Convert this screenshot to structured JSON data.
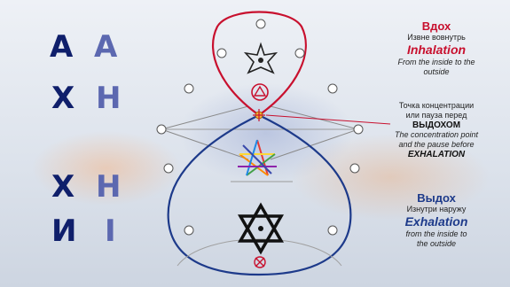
{
  "letters": {
    "row1_left": "А",
    "row1_right": "А",
    "row2_left": "Х",
    "row2_right": "Н",
    "row3_left": "Х",
    "row3_right": "Н",
    "row4_left": "И",
    "row4_right": "I"
  },
  "inhale": {
    "title_ru": "Вдох",
    "sub_ru": "Извне вовнутрь",
    "title_en": "Inhalation",
    "desc_en_1": "From the inside to the",
    "desc_en_2": "outside"
  },
  "pause": {
    "ru_1": "Точка концентрации",
    "ru_2": "или пауза перед",
    "ru_3": "ВЫДОХОМ",
    "en_1": "The concentration point",
    "en_2": "and the pause before",
    "en_3": "EXHALATION"
  },
  "exhale": {
    "title_ru": "Выдох",
    "sub_ru": "Изнутри наружу",
    "title_en": "Exhalation",
    "desc_en_1": "from the inside to",
    "desc_en_2": "the outside"
  },
  "colors": {
    "inhale_loop": "#c8102e",
    "exhale_loop": "#1d3a8a",
    "letters_dark": "#0f1f6b",
    "letters_light": "#5c68b0"
  },
  "icons": [
    "seven-pointed-star-icon",
    "triangle-in-circle-icon",
    "rainbow-heptagram-icon",
    "star-of-david-icon",
    "crossed-circle-icon"
  ]
}
